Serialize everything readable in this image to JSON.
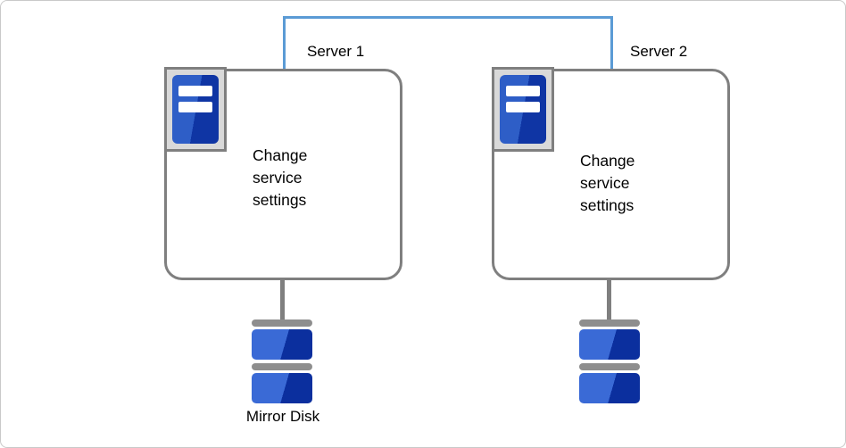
{
  "diagram": {
    "title_context": "Two-server mirror disk cluster diagram",
    "connection": {
      "type": "network-link"
    },
    "server1": {
      "label": "Server 1",
      "body_lines": [
        "Change",
        "service",
        "settings"
      ]
    },
    "server2": {
      "label": "Server 2",
      "body_lines": [
        "Change",
        "service",
        "settings"
      ]
    },
    "mirror_disk": {
      "label": "Mirror Disk"
    }
  },
  "icons": {
    "server_icon": "server-tower-icon",
    "disk_icon": "mirror-disk-stack-icon"
  },
  "colors": {
    "connection_blue": "#5b9bd5",
    "outline_gray": "#7f7f7f",
    "icon_plate_gray": "#d9d9d9",
    "disk_cap_gray": "#8e8e8e",
    "tower_light_blue": "#2e5ec7",
    "tower_dark_blue": "#0f35a4",
    "platter_light_blue": "#3a6ad6",
    "platter_dark_blue": "#0b2f9e",
    "canvas_border": "#c9c9c9"
  }
}
